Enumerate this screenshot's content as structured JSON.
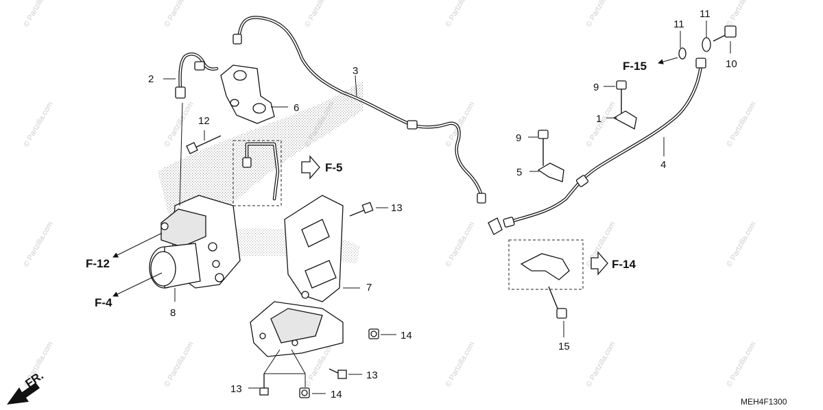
{
  "diagram": {
    "part_labels": {
      "p1": "1",
      "p2": "2",
      "p3": "3",
      "p4": "4",
      "p5": "5",
      "p6": "6",
      "p7": "7",
      "p8": "8",
      "p9a": "9",
      "p9b": "9",
      "p10": "10",
      "p11a": "11",
      "p11b": "11",
      "p12": "12",
      "p13a": "13",
      "p13b": "13",
      "p13c": "13",
      "p14a": "14",
      "p14b": "14",
      "p15": "15"
    },
    "references": {
      "f5": "F-5",
      "f12": "F-12",
      "f4": "F-4",
      "f14": "F-14",
      "f15": "F-15"
    },
    "front_marker": "FR.",
    "diagram_code": "MEH4F1300",
    "watermark": "© Partzilla.com"
  }
}
